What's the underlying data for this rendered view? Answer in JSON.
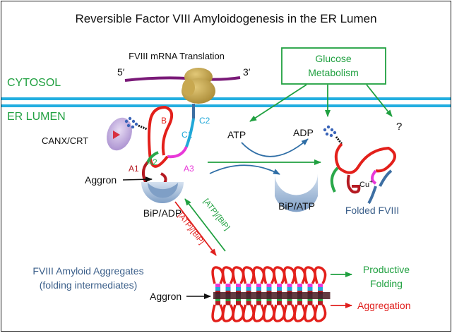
{
  "title": "Reversible Factor VIII Amyloidogenesis in the ER Lumen",
  "labels": {
    "translation": "FVIII mRNA Translation",
    "five_prime": "5′",
    "three_prime": "3′",
    "cytosol": "CYTOSOL",
    "er_lumen": "ER LUMEN",
    "glucose_line1": "Glucose",
    "glucose_line2": "Metabolism",
    "canx": "CANX/CRT",
    "domain_b": "B",
    "domain_c1": "C1",
    "domain_c2": "C2",
    "domain_a1": "A1",
    "domain_a2": "A2",
    "domain_a3": "A3",
    "aggron": "Aggron",
    "bip_adp": "BiP/ADP",
    "bip_atp": "BiP/ATP",
    "atp": "ATP",
    "adp": "ADP",
    "unknown": "?",
    "copper": "Cu",
    "copper_sup": "+",
    "folded": "Folded FVIII",
    "green_arrow_label": "[ATP]/[BiP]",
    "red_arrow_label": "[ATP]/[BiP]",
    "aggregates_line1": "FVIII Amyloid Aggregates",
    "aggregates_line2": "(folding intermediates)",
    "aggron_bottom": "Aggron"
  },
  "legend": {
    "productive_line1": "Productive",
    "productive_line2": "Folding",
    "aggregation": "Aggregation"
  },
  "colors": {
    "green": "#20a040",
    "red": "#e0201e",
    "blue_text": "#3b5f8a",
    "membrane": "#22aee0",
    "mrna": "#7a1a78",
    "ribosome": "#c4a24a",
    "b_domain": "#e3201b",
    "a1": "#b51a22",
    "a2": "#2aa84a",
    "a3": "#e838d8",
    "c1": "#21a8d8",
    "c2": "#3d6fa3",
    "glycan": "#3a64b8",
    "bip": "#9db8d8",
    "canx": "#b9a2d6"
  }
}
